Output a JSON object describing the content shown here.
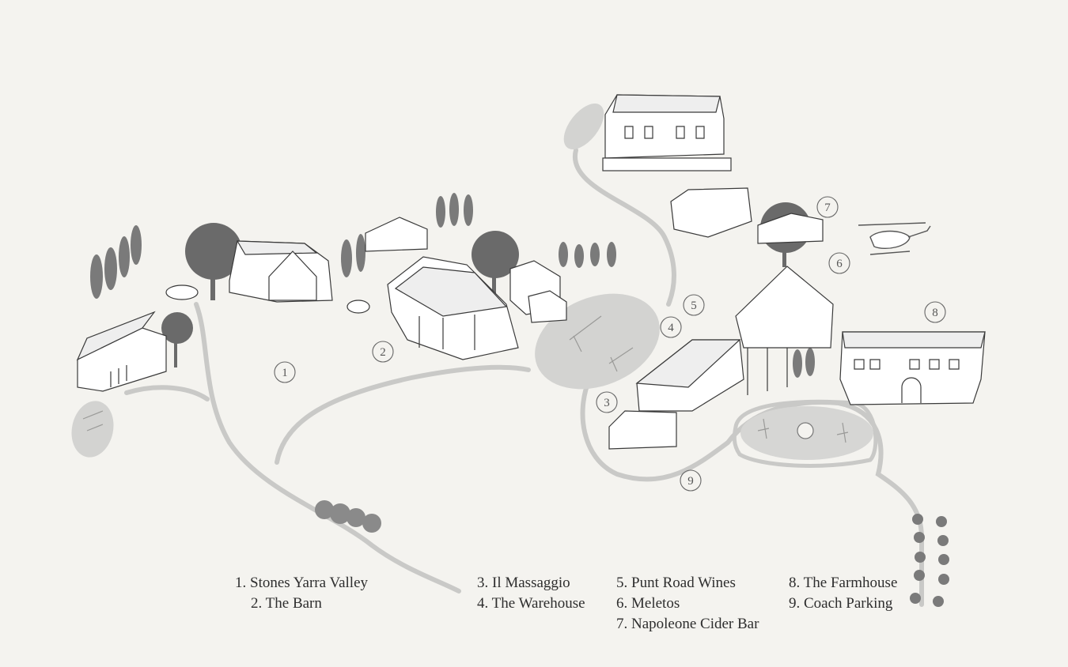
{
  "markers": [
    {
      "id": "marker-1",
      "number": "1"
    },
    {
      "id": "marker-2",
      "number": "2"
    },
    {
      "id": "marker-3",
      "number": "3"
    },
    {
      "id": "marker-4",
      "number": "4"
    },
    {
      "id": "marker-5",
      "number": "5"
    },
    {
      "id": "marker-6",
      "number": "6"
    },
    {
      "id": "marker-7",
      "number": "7"
    },
    {
      "id": "marker-8",
      "number": "8"
    },
    {
      "id": "marker-9",
      "number": "9"
    }
  ],
  "legend": {
    "items": [
      "1. Stones Yarra Valley",
      "2. The Barn",
      "3. Il Massaggio",
      "4. The Warehouse",
      "5. Punt Road Wines",
      "6. Meletos",
      "7. Napoleone Cider Bar",
      "8. The Farmhouse",
      "9. Coach Parking"
    ]
  },
  "colors": {
    "background": "#f4f3ef",
    "path": "#c9c9c7",
    "water": "#d3d3d1",
    "tree": "#6f6f6f",
    "building_line": "#3a3a3a"
  },
  "icons": [
    "helicopter-icon",
    "fountain-icon",
    "tree-icon",
    "building-icon"
  ]
}
